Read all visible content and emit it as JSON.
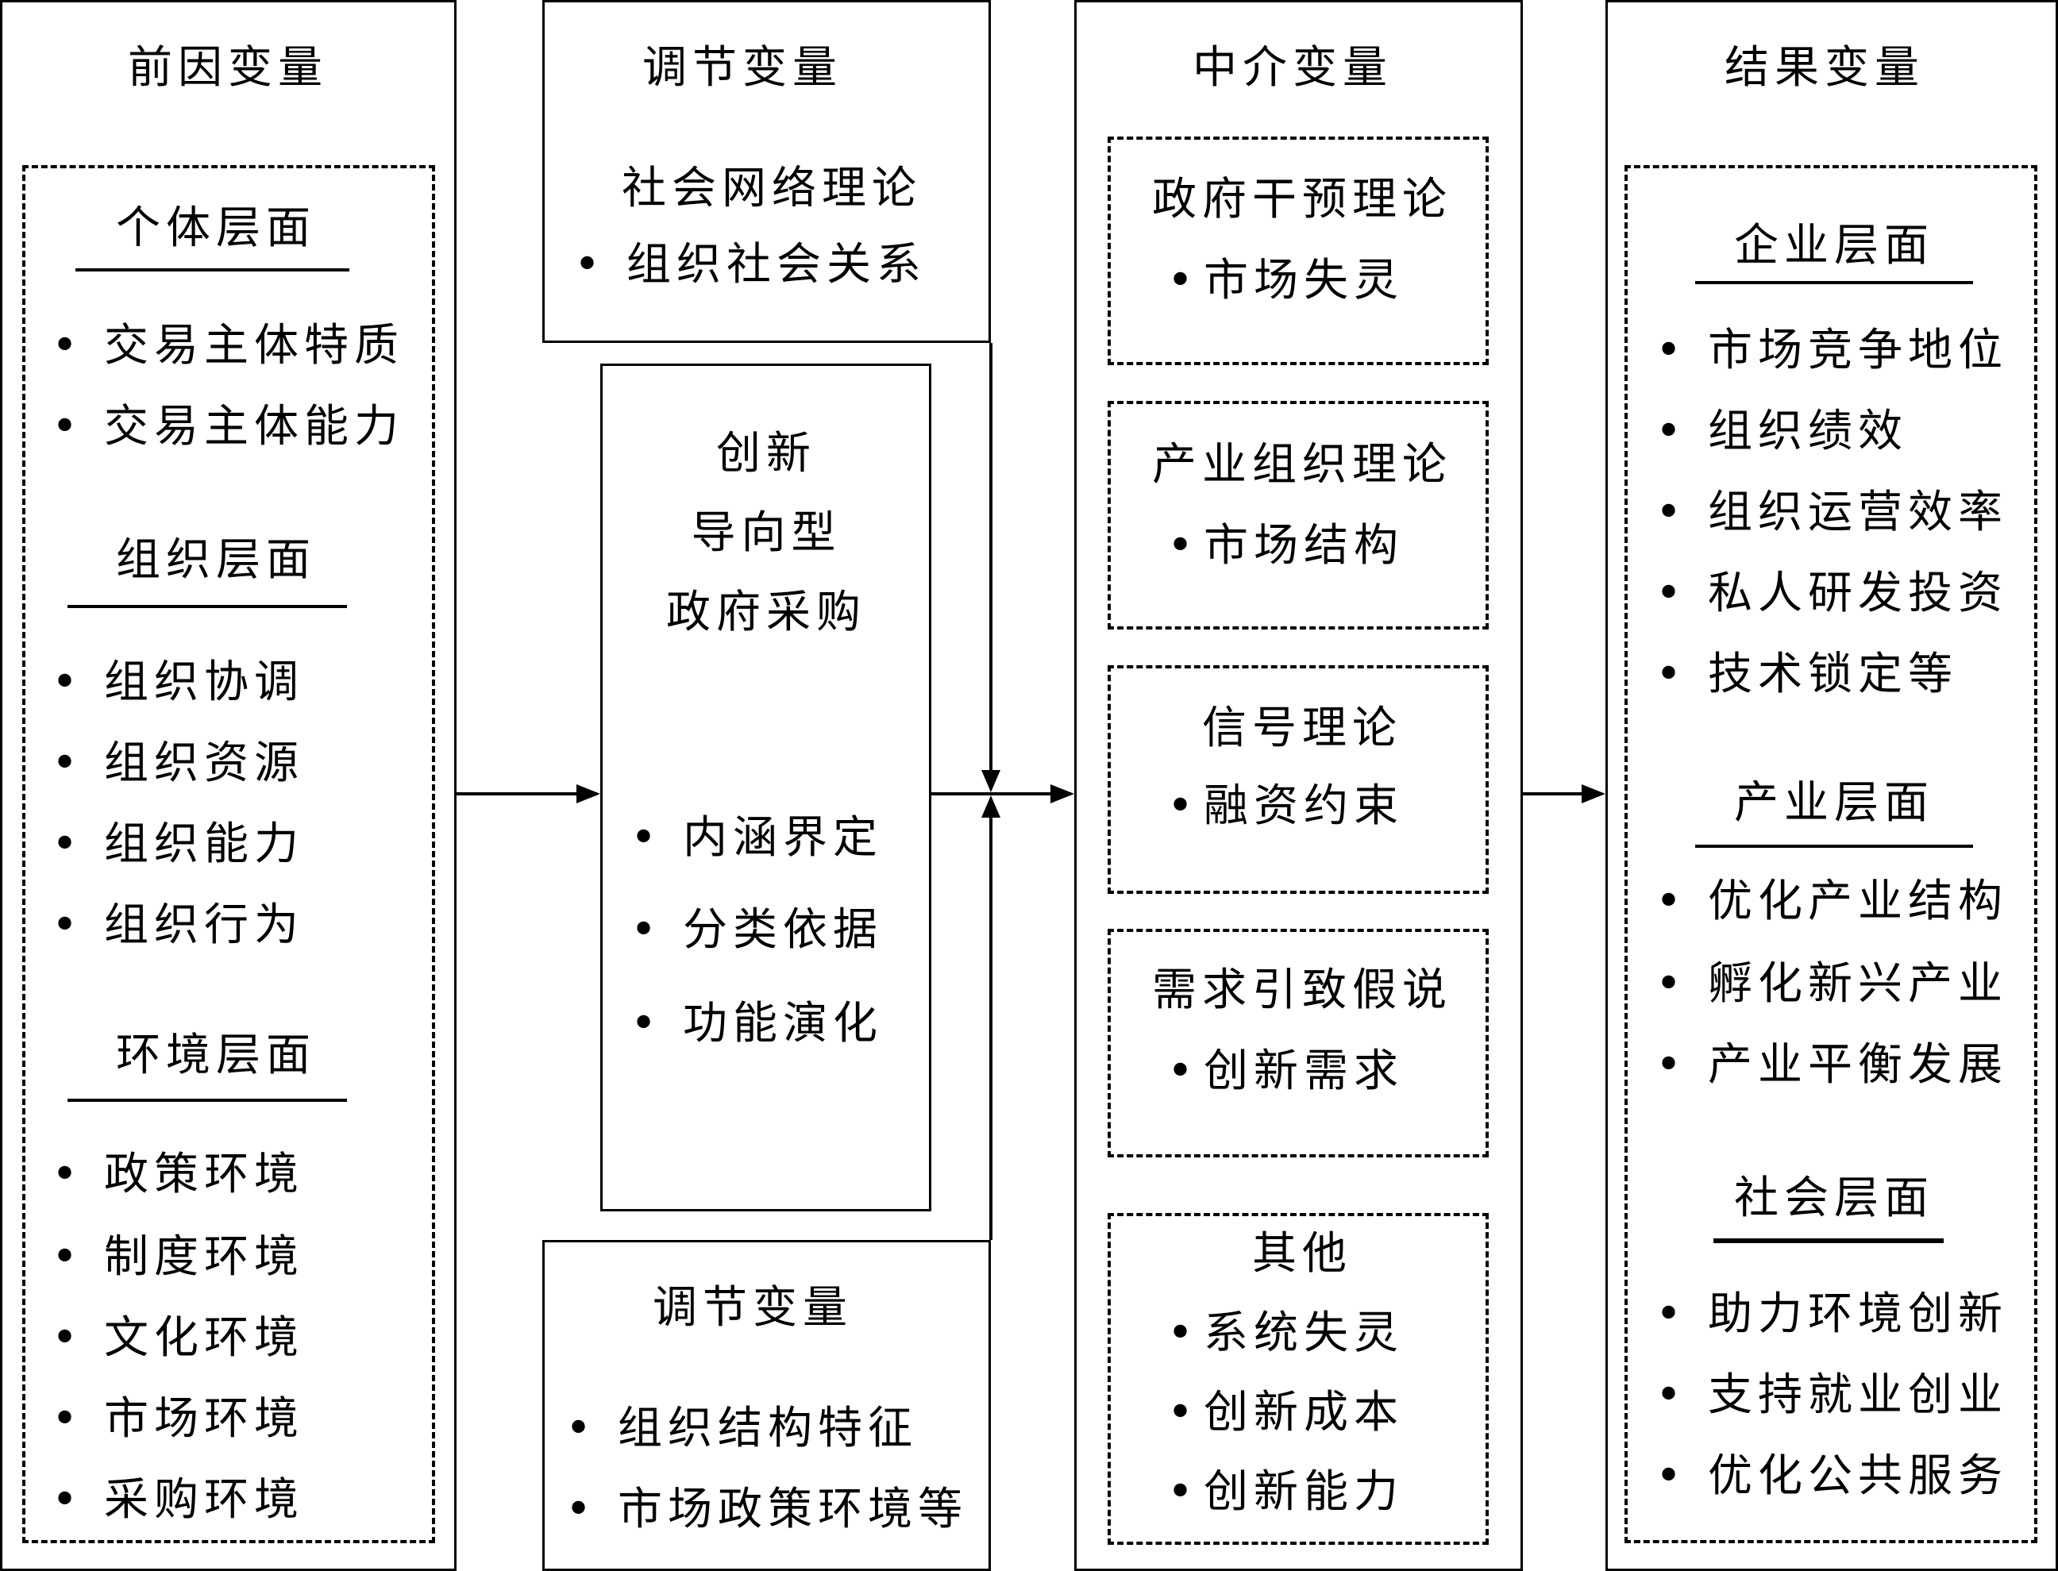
{
  "columns": {
    "antecedent": {
      "title": "前因变量",
      "groups": [
        {
          "heading": "个体层面",
          "items": [
            "交易主体特质",
            "交易主体能力"
          ]
        },
        {
          "heading": "组织层面",
          "items": [
            "组织协调",
            "组织资源",
            "组织能力",
            "组织行为"
          ]
        },
        {
          "heading": "环境层面",
          "items": [
            "政策环境",
            "制度环境",
            "文化环境",
            "市场环境",
            "采购环境"
          ]
        }
      ]
    },
    "moderator_top": {
      "title": "调节变量",
      "theory": "社会网络理论",
      "items": [
        "组织社会关系"
      ]
    },
    "core": {
      "title_lines": [
        "创新",
        "导向型",
        "政府采购"
      ],
      "items": [
        "内涵界定",
        "分类依据",
        "功能演化"
      ]
    },
    "moderator_bottom": {
      "title": "调节变量",
      "items": [
        "组织结构特征",
        "市场政策环境等"
      ]
    },
    "mediator": {
      "title": "中介变量",
      "theories": [
        {
          "name": "政府干预理论",
          "items": [
            "市场失灵"
          ]
        },
        {
          "name": "产业组织理论",
          "items": [
            "市场结构"
          ]
        },
        {
          "name": "信号理论",
          "items": [
            "融资约束"
          ]
        },
        {
          "name": "需求引致假说",
          "items": [
            "创新需求"
          ]
        },
        {
          "name": "其他",
          "items": [
            "系统失灵",
            "创新成本",
            "创新能力"
          ]
        }
      ]
    },
    "outcome": {
      "title": "结果变量",
      "groups": [
        {
          "heading": "企业层面",
          "items": [
            "市场竞争地位",
            "组织绩效",
            "组织运营效率",
            "私人研发投资",
            "技术锁定等"
          ]
        },
        {
          "heading": "产业层面",
          "items": [
            "优化产业结构",
            "孵化新兴产业",
            "产业平衡发展"
          ]
        },
        {
          "heading": "社会层面",
          "items": [
            "助力环境创新",
            "支持就业创业",
            "优化公共服务"
          ]
        }
      ]
    }
  }
}
